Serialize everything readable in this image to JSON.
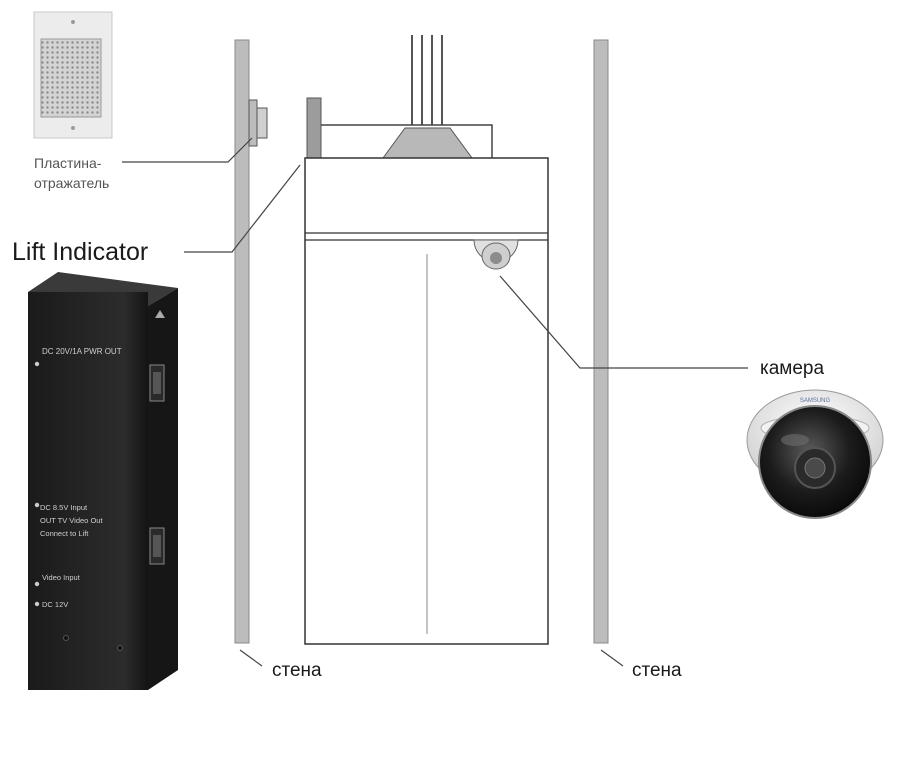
{
  "labels": {
    "reflector_plate_line1": "Пластина-",
    "reflector_plate_line2": "отражатель",
    "lift_indicator": "Lift Indicator",
    "camera": "камера",
    "wall_left": "стена",
    "wall_right": "стена"
  },
  "device": {
    "brand": "SAMSUNG",
    "label_top": "DC 20V/1A PWR OUT",
    "label_mid1": "DC 8.5V Input",
    "label_mid2": "OUT TV Video Out",
    "label_mid3": "Connect to Lift",
    "label_low1": "Video Input",
    "label_low2": "DC 12V"
  },
  "colors": {
    "device_body": "#222222",
    "wall": "#bcbcbc",
    "line": "#444444",
    "camera_dome": "#1a1a1a"
  }
}
